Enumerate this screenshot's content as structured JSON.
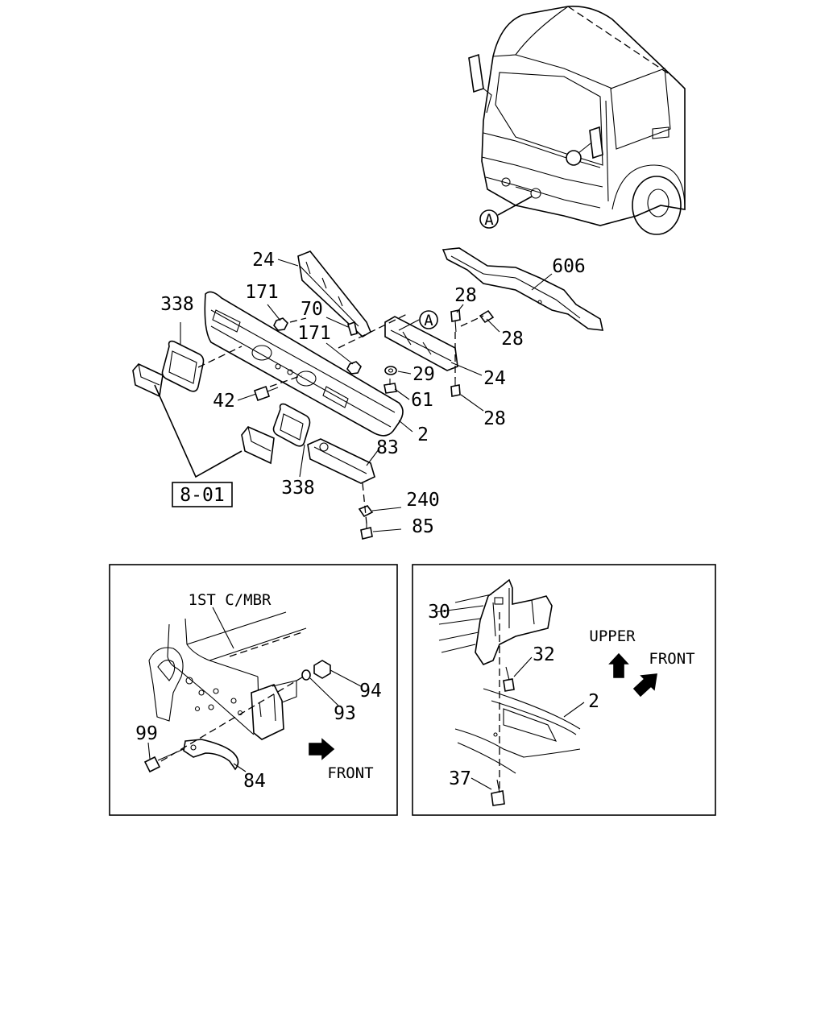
{
  "main_diagram": {
    "view_ref": "A",
    "callouts": [
      "24",
      "606",
      "171",
      "338",
      "70",
      "171",
      "A",
      "28",
      "28",
      "29",
      "24",
      "42",
      "61",
      "28",
      "2",
      "83",
      "338",
      "240",
      "85"
    ],
    "group_ref": "8-01"
  },
  "detail_left": {
    "member_label": "1ST C/MBR",
    "callouts": [
      "94",
      "93",
      "99",
      "84"
    ],
    "direction_label": "FRONT"
  },
  "detail_right": {
    "callouts": [
      "30",
      "32",
      "2",
      "37"
    ],
    "upper_label": "UPPER",
    "front_label": "FRONT"
  }
}
